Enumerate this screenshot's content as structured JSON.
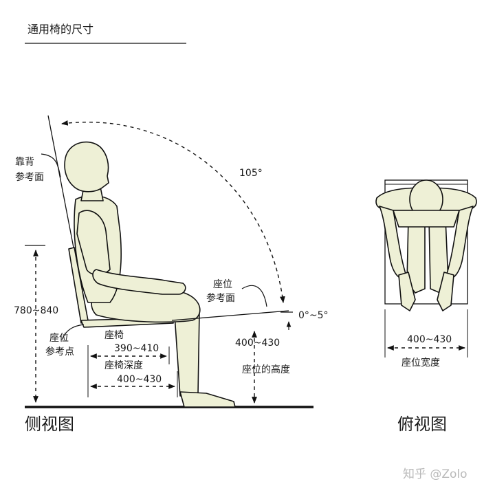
{
  "title": "通用椅的尺寸",
  "side_view": {
    "caption": "侧视图",
    "backrest_ref": [
      "靠背",
      "参考面"
    ],
    "angle_back": "105°",
    "seat_ref": [
      "座位",
      "参考面"
    ],
    "tilt": "0°~5°",
    "total_height": "780~840",
    "seat_point": [
      "座位",
      "参考点"
    ],
    "seat_depth_value": [
      "座椅",
      "390~410"
    ],
    "seat_depth_label": "座椅深度",
    "seat_overall_depth": "400~430",
    "seat_height_value": "400~430",
    "seat_height_label": "座位的高度"
  },
  "top_view": {
    "caption": "俯视图",
    "width_value": "400~430",
    "width_label": "座位宽度"
  },
  "watermark": "知乎 @Zolo"
}
